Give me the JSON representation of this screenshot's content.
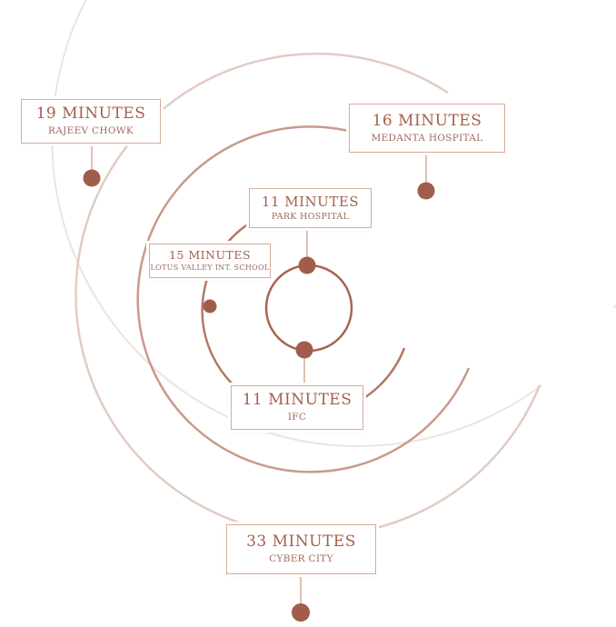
{
  "colors": {
    "dot": "#a05d4b",
    "ring_inner": "#a66452",
    "ring_mid": "#c08b7b",
    "ring_outer": "#ddc2b9",
    "ring_faint": "#efe3df",
    "text_time": "#a45f4b",
    "text_place": "#9b6a5c"
  },
  "destinations": [
    {
      "time": "19 MINUTES",
      "place": "RAJEEV CHOWK"
    },
    {
      "time": "16 MINUTES",
      "place": "MEDANTA HOSPITAL"
    },
    {
      "time": "11 MINUTES",
      "place": "PARK HOSPITAL"
    },
    {
      "time": "15 MINUTES",
      "place": "LOTUS VALLEY INT. SCHOOL"
    },
    {
      "time": "11 MINUTES",
      "place": "IFC"
    },
    {
      "time": "33 MINUTES",
      "place": "CYBER CITY"
    }
  ]
}
